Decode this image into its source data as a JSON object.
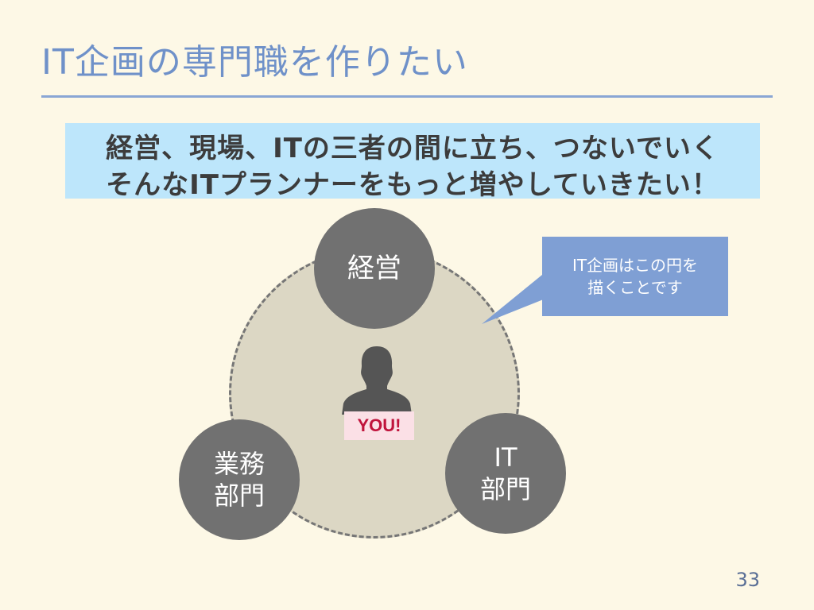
{
  "slide": {
    "title": "IT企画の専門職を作りたい",
    "page_number": "33"
  },
  "highlight": {
    "line1": "経営、現場、ITの三者の間に立ち、つないでいく",
    "line2": "そんなITプランナーをもっと増やしていきたい！"
  },
  "diagram": {
    "node_top": [
      "経営"
    ],
    "node_left": [
      "業務",
      "部門"
    ],
    "node_right": [
      "IT",
      "部門"
    ],
    "center_label": "YOU!",
    "center_icon": "person-silhouette-icon"
  },
  "callout": {
    "line1": "IT企画はこの円を",
    "line2": "描くことです"
  },
  "colors": {
    "background": "#fdf8e6",
    "title": "#6f91c9",
    "highlight_bg": "#bde6fb",
    "node": "#717171",
    "big_circle": "#dcd7c4",
    "callout": "#7f9fd4",
    "you_bg": "#fbe0e6",
    "you_text": "#c0143c"
  }
}
